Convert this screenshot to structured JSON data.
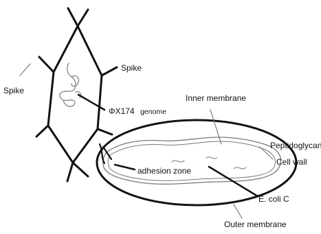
{
  "labels": {
    "spike_top": "Spike",
    "spike_left": "Spike",
    "genome": "ΦX174",
    "genome_suffix": "genome",
    "inner_membrane": "Inner membrane",
    "peptidoglycan": "Peptidoglycan",
    "cell_wall": "Cell wall",
    "adhesion_zone": "adhesion zone",
    "ecoli": "E. coli C",
    "outer_membrane": "Outer membrane"
  },
  "colors": {
    "ink": "#111111",
    "membrane_line": "#777777",
    "genome_scribble": "#888888",
    "background": "#ffffff"
  }
}
